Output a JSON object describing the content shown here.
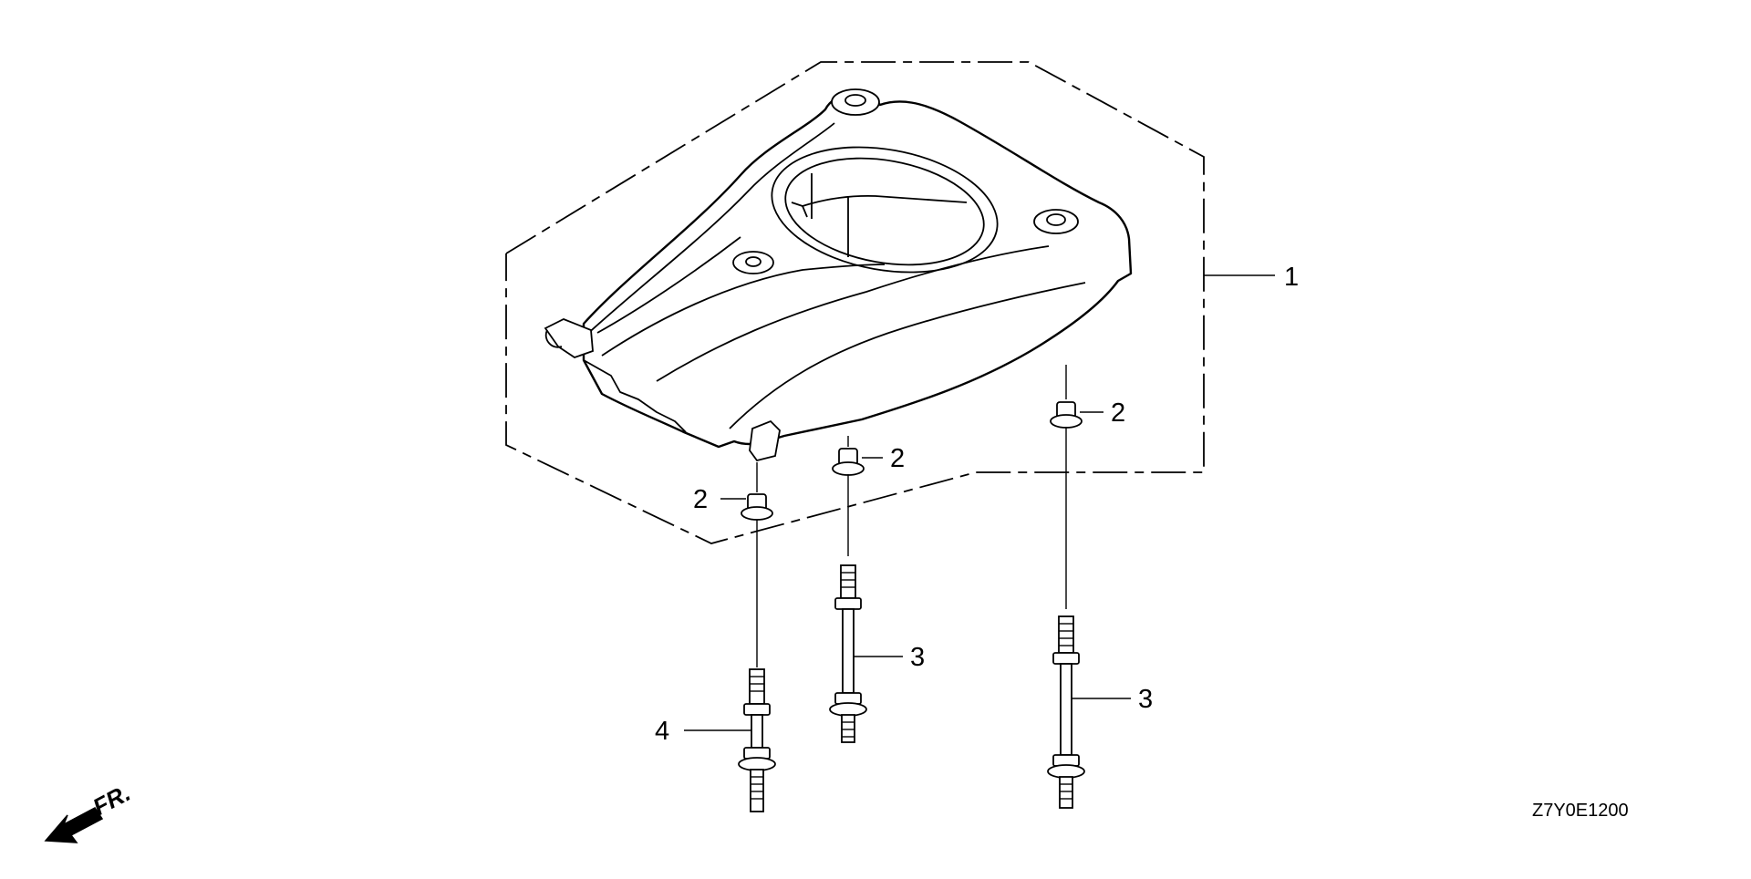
{
  "diagram": {
    "drawing_code": "Z7Y0E1200",
    "front_indicator": "FR.",
    "callouts": [
      "1",
      "2",
      "2",
      "2",
      "3",
      "3",
      "4"
    ]
  }
}
